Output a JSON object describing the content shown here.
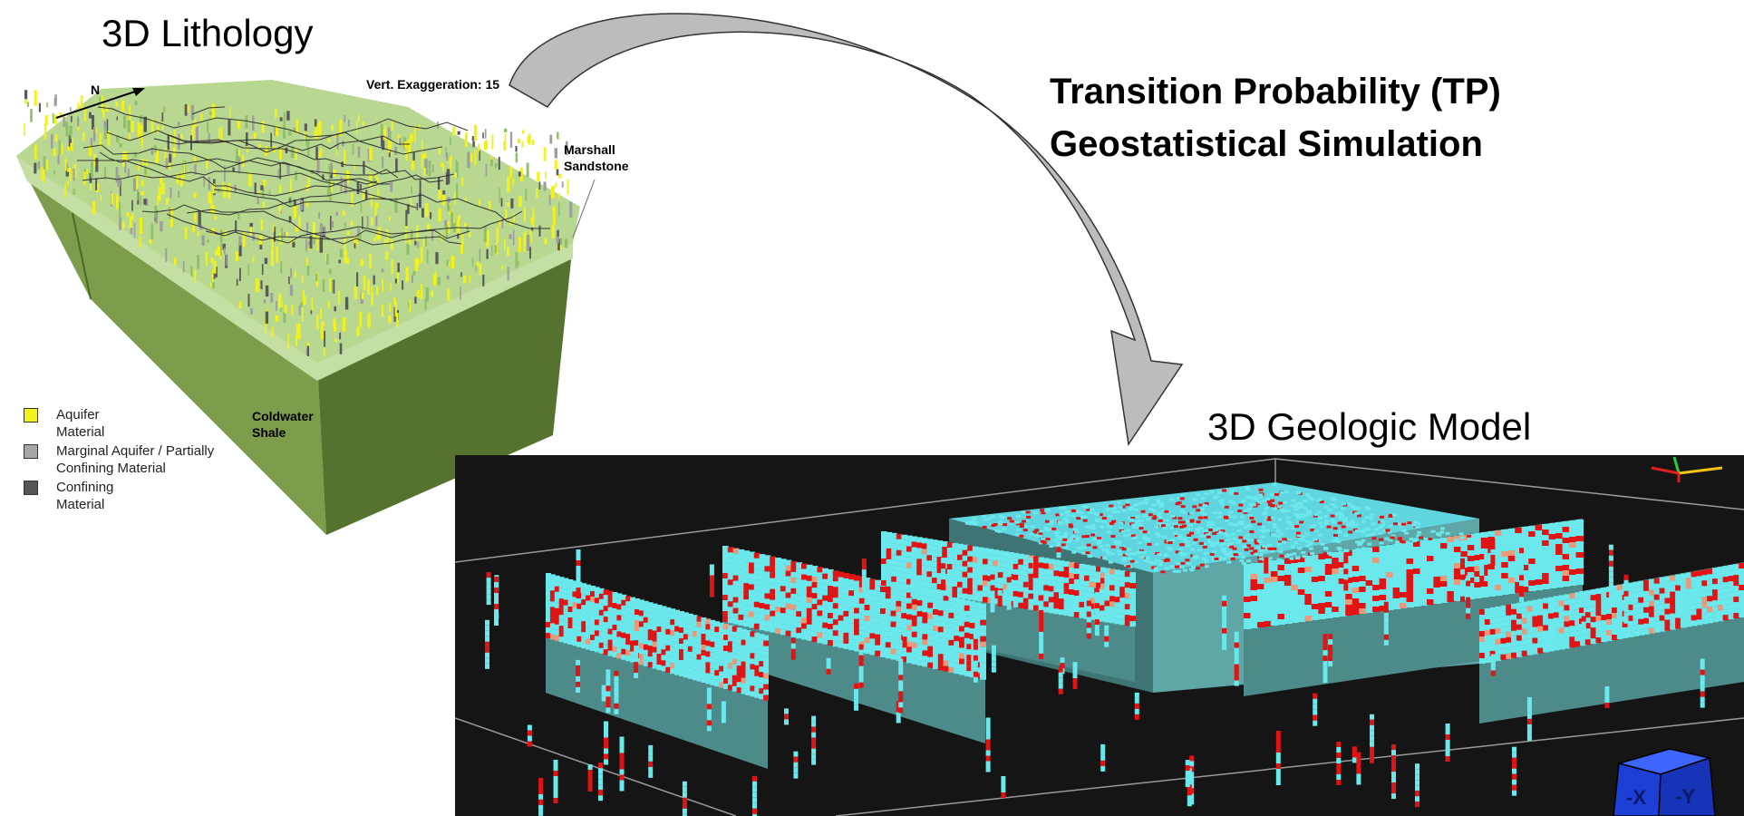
{
  "titles": {
    "lithology": "3D Lithology",
    "geologic_model": "3D Geologic Model",
    "method_line1": "Transition Probability (TP)",
    "method_line2": "Geostatistical Simulation"
  },
  "annotations": {
    "north": "N",
    "vertical_exaggeration": "Vert. Exaggeration: 15",
    "marshall_line1": "Marshall",
    "marshall_line2": "Sandstone",
    "coldwater_line1": "Coldwater",
    "coldwater_line2": "Shale"
  },
  "legend": [
    {
      "label_line1": "Aquifer",
      "label_line2": "Material",
      "color": "#f2f21a"
    },
    {
      "label_line1": "Marginal Aquifer / Partially",
      "label_line2": "Confining Material",
      "color": "#a6a6a6"
    },
    {
      "label_line1": "Confining",
      "label_line2": "Material",
      "color": "#555555"
    }
  ],
  "view_cube": {
    "x_label": "-X",
    "y_label": "-Y",
    "color": "#1c3fd6"
  },
  "colors": {
    "aquifer": "#f2f21a",
    "terrain_green": "#7a9a4a",
    "model_background": "#151515",
    "model_cyan": "#6be8ec",
    "model_red": "#e01414",
    "model_dark_teal": "#4d8a8a"
  }
}
